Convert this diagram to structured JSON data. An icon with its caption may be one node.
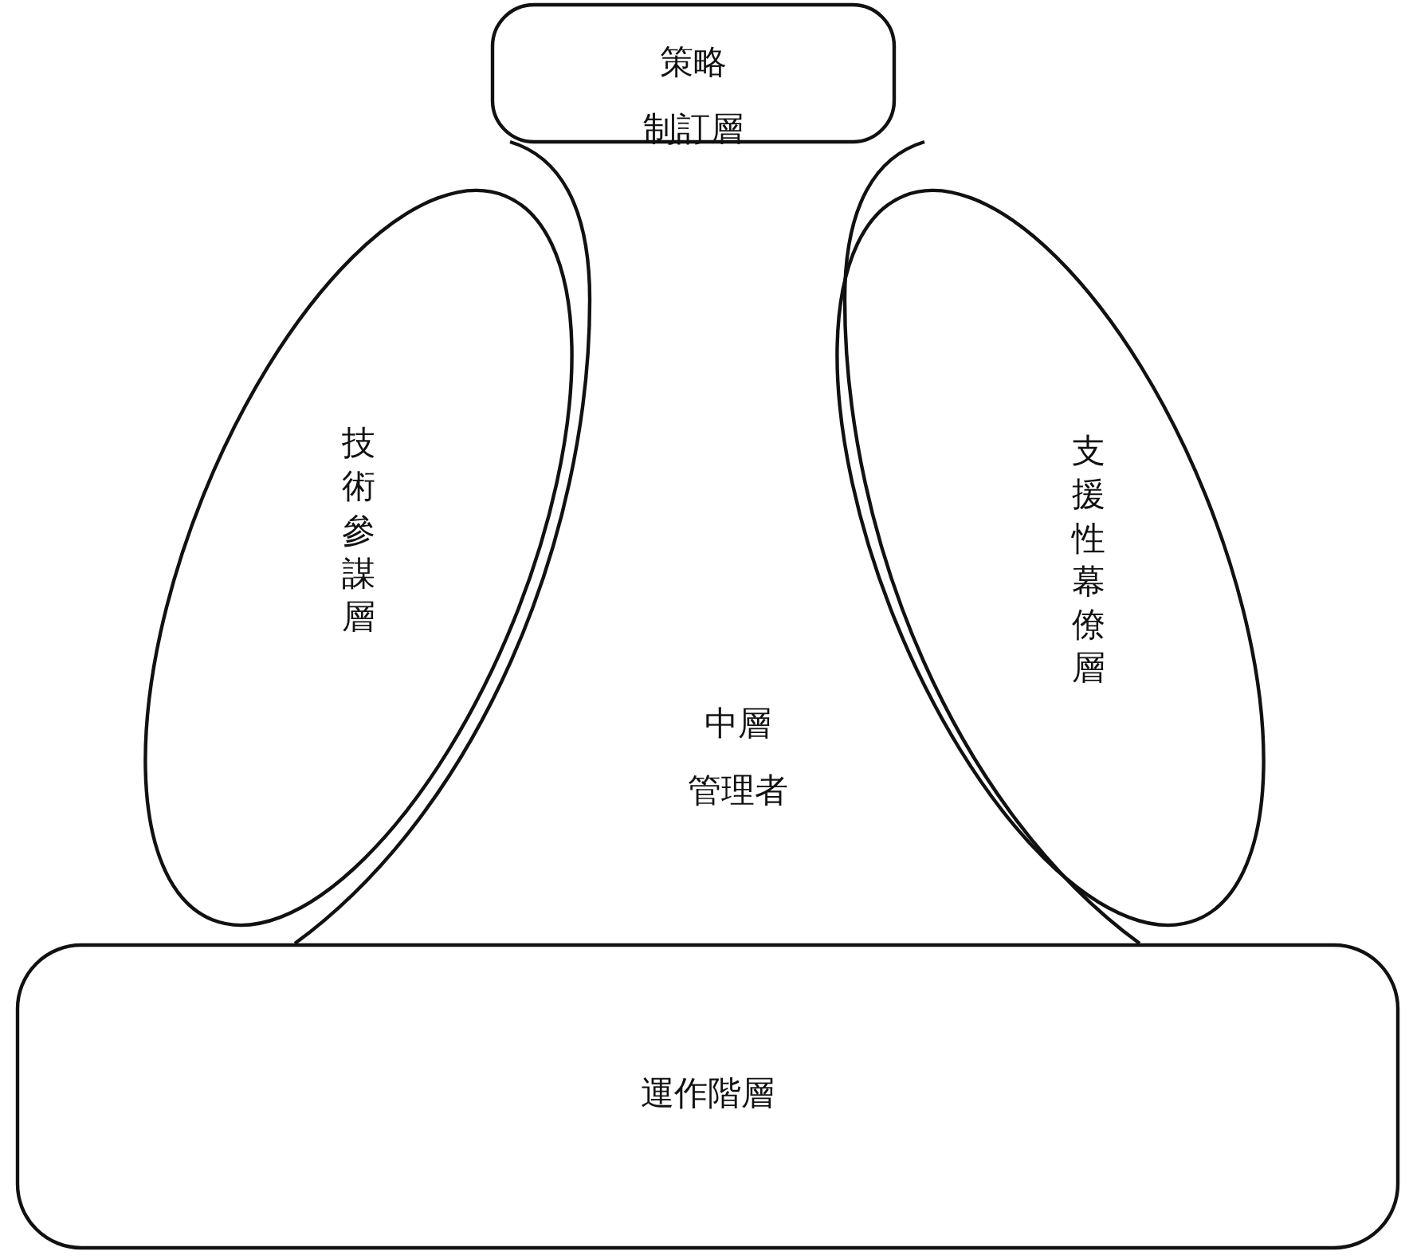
{
  "diagram": {
    "nodes": [
      {
        "text": [
          "策略制訂層"
        ]
      },
      {
        "text": [
          "技術參謀層"
        ]
      },
      {
        "text": [
          "支援性幕僚層"
        ]
      },
      {
        "text": [
          "中層管理者"
        ]
      },
      {
        "text": [
          "運作階層"
        ]
      }
    ],
    "edges": []
  }
}
